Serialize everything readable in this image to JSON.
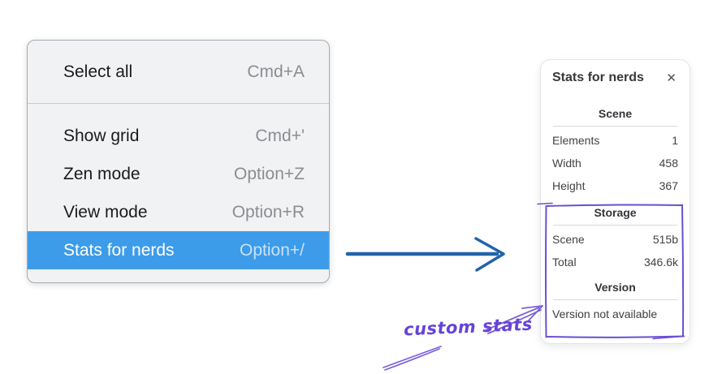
{
  "menu": {
    "sections": [
      {
        "items": [
          {
            "label": "Select all",
            "shortcut": "Cmd+A"
          }
        ]
      },
      {
        "items": [
          {
            "label": "Show grid",
            "shortcut": "Cmd+'"
          },
          {
            "label": "Zen mode",
            "shortcut": "Option+Z"
          },
          {
            "label": "View mode",
            "shortcut": "Option+R"
          },
          {
            "label": "Stats for nerds",
            "shortcut": "Option+/",
            "selected": true
          }
        ]
      }
    ]
  },
  "stats_panel": {
    "title": "Stats for nerds",
    "scene": {
      "header": "Scene",
      "rows": [
        {
          "label": "Elements",
          "value": "1"
        },
        {
          "label": "Width",
          "value": "458"
        },
        {
          "label": "Height",
          "value": "367"
        }
      ]
    },
    "storage": {
      "header": "Storage",
      "rows": [
        {
          "label": "Scene",
          "value": "515b"
        },
        {
          "label": "Total",
          "value": "346.6k"
        }
      ]
    },
    "version": {
      "header": "Version",
      "note": "Version not available"
    }
  },
  "annotation": {
    "label": "custom stats"
  },
  "icons": {
    "close_icon": "✕"
  },
  "colors": {
    "menu_highlight": "#3d9ce9",
    "flow_arrow_blue": "#2263ab",
    "annotation_purple": "#6b4fd2"
  }
}
